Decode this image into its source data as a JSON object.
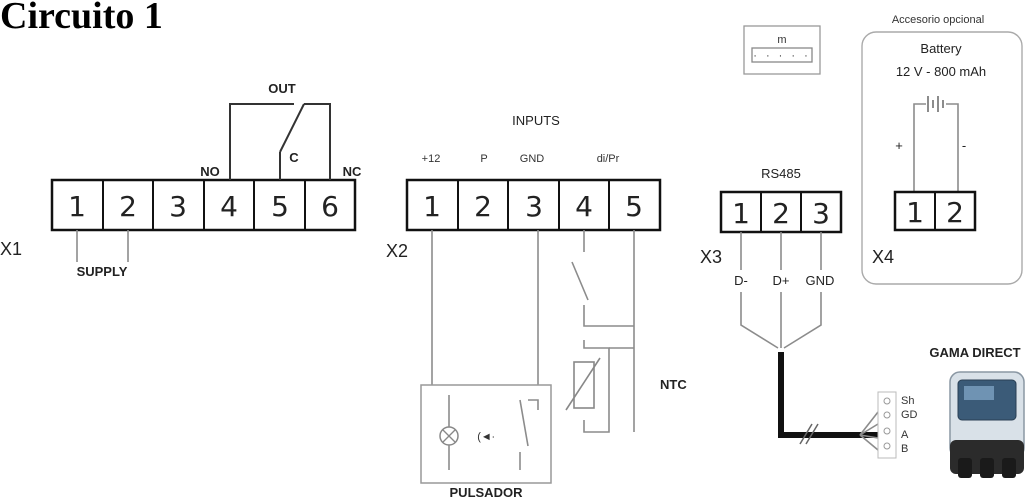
{
  "title": "Circuito 1",
  "x1": {
    "label": "X1",
    "terminals": [
      "1",
      "2",
      "3",
      "4",
      "5",
      "6"
    ],
    "out": "OUT",
    "no": "NO",
    "c": "C",
    "nc": "NC",
    "supply": "SUPPLY"
  },
  "x2": {
    "label": "X2",
    "header": "INPUTS",
    "terminals": [
      "1",
      "2",
      "3",
      "4",
      "5"
    ],
    "pin_labels": [
      "+12",
      "P",
      "GND",
      "di/Pr"
    ],
    "ntc": "NTC",
    "pulsador": "PULSADOR"
  },
  "x3": {
    "label": "X3",
    "header": "RS485",
    "terminals": [
      "1",
      "2",
      "3"
    ],
    "pin_labels": [
      "D-",
      "D+",
      "GND"
    ]
  },
  "x4": {
    "label": "X4",
    "terminals": [
      "1",
      "2"
    ],
    "accessory": "Accesorio opcional",
    "battery": "Battery",
    "battery_spec": "12 V - 800 mAh",
    "plus": "+",
    "minus": "-"
  },
  "gama": {
    "label": "GAMA DIRECT",
    "pins": [
      "Sh",
      "GD",
      "A",
      "B"
    ]
  },
  "connector": {
    "label": "m"
  }
}
